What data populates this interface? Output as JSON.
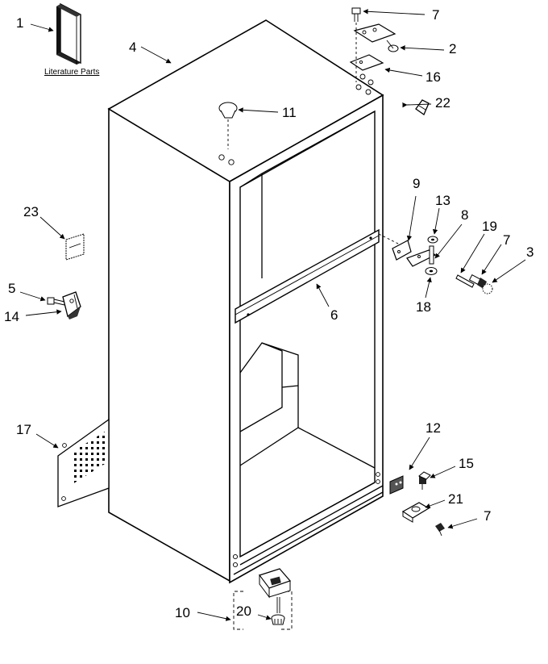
{
  "callouts": {
    "c1": "1",
    "c2": "2",
    "c3": "3",
    "c4": "4",
    "c5": "5",
    "c6": "6",
    "c7a": "7",
    "c7b": "7",
    "c7c": "7",
    "c8": "8",
    "c9": "9",
    "c10": "10",
    "c11": "11",
    "c12": "12",
    "c13": "13",
    "c14": "14",
    "c15": "15",
    "c16": "16",
    "c17": "17",
    "c18": "18",
    "c19": "19",
    "c20": "20",
    "c21": "21",
    "c22": "22",
    "c23": "23"
  },
  "literature_label": "Literature Parts"
}
